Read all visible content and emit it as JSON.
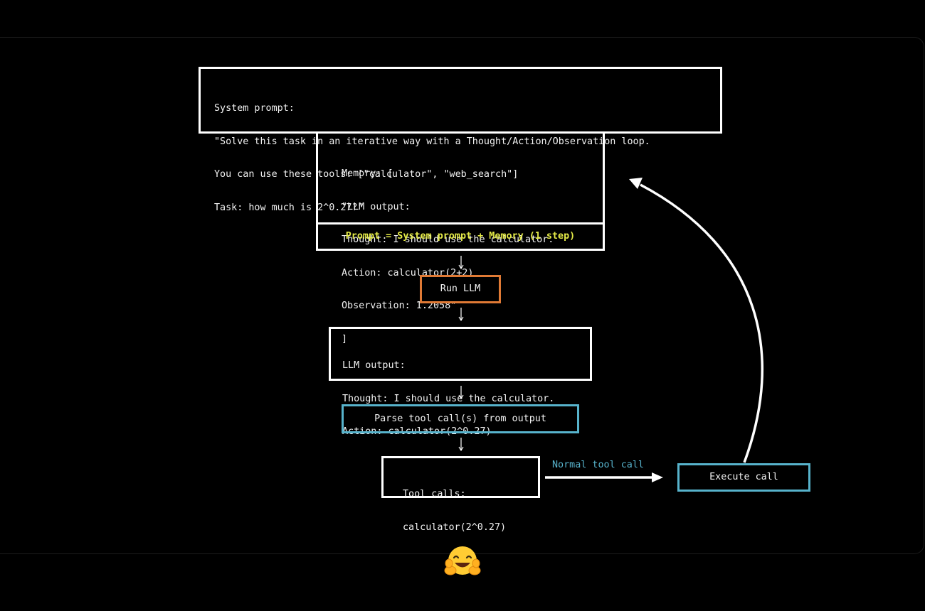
{
  "system_prompt": {
    "lines": [
      "System prompt:",
      "\"Solve this task in an iterative way with a Thought/Action/Observation loop.",
      "You can use these tools: [\"calculator\", \"web_search\"]",
      "Task: how much is 2^0.27?\""
    ]
  },
  "memory": {
    "lines": [
      "Memory: [",
      "\"LLM output:",
      "Thought: I should use the calculator.",
      "Action: calculator(2+2)",
      "Observation: 1.2058\"",
      "]"
    ]
  },
  "prompt_formula": "Prompt = System prompt + Memory (1 step)",
  "run_llm": "Run LLM",
  "llm_output": {
    "lines": [
      "LLM output:",
      "Thought: I should use the calculator.",
      "Action: calculator(2^0.27)"
    ]
  },
  "parse_tool_calls": "Parse tool call(s) from output",
  "tool_calls": {
    "lines": [
      "Tool calls:",
      "calculator(2^0.27)"
    ]
  },
  "normal_tool_call_label": "Normal tool call",
  "execute_call": "Execute call",
  "colors": {
    "background": "#000000",
    "box_border": "#ffffff",
    "accent_orange": "#e07a35",
    "accent_blue": "#57b3cc",
    "accent_yellow": "#e4ea47"
  },
  "icons": {
    "logo": "hugging-face-emoji-icon"
  }
}
